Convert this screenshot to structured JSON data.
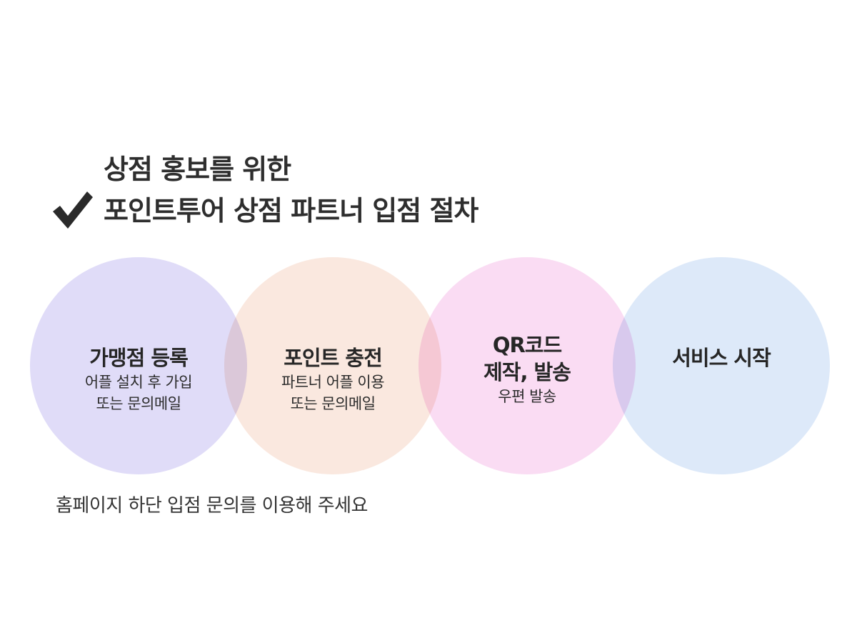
{
  "heading": {
    "line1": "상점 홍보를 위한",
    "line2": "포인트투어 상점 파트너 입점 절차"
  },
  "steps": [
    {
      "title": "가맹점 등록",
      "desc": "어플 설치 후 가입\n또는 문의메일",
      "color": "#e0dcf8"
    },
    {
      "title": "포인트 충전",
      "desc": "파트너 어플 이용\n또는 문의메일",
      "color": "#fae8df"
    },
    {
      "title": "QR코드\n제작, 발송",
      "desc": "우편 발송",
      "color": "#fadcf3"
    },
    {
      "title": "서비스 시작",
      "desc": "",
      "color": "#dde9f9"
    }
  ],
  "footer": {
    "note": "홈페이지 하단 입점 문의를 이용해 주세요"
  },
  "icons": {
    "check": "checkmark-icon"
  }
}
